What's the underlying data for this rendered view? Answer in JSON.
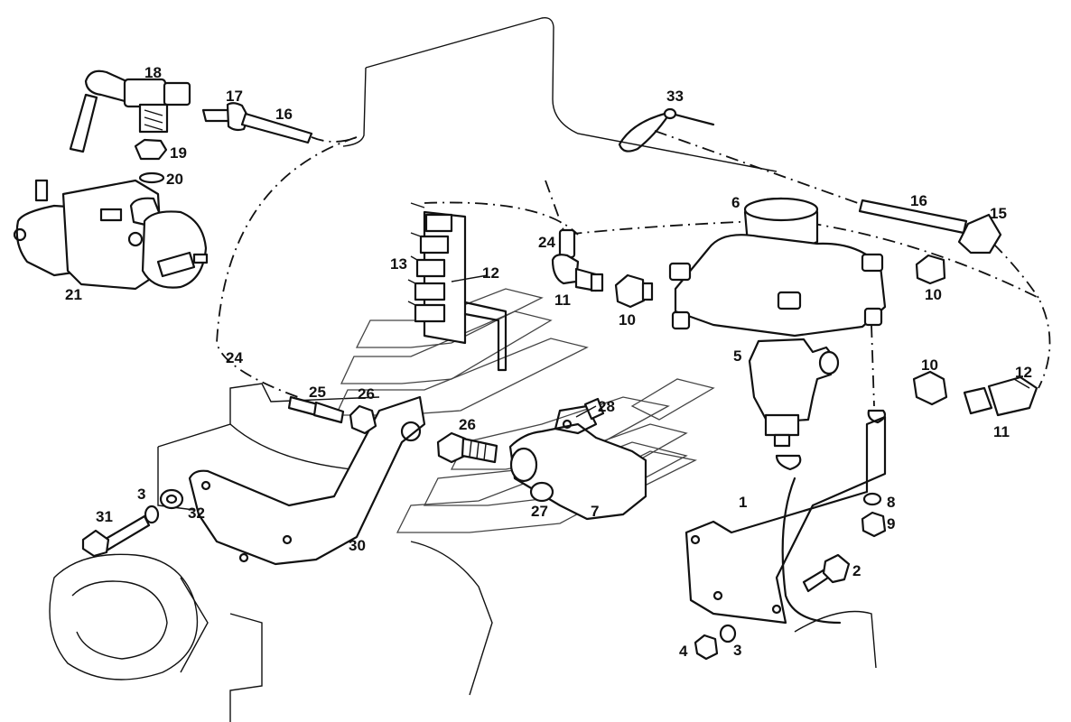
{
  "callouts": {
    "c1": "1",
    "c2": "2",
    "c3a": "3",
    "c3b": "3",
    "c4": "4",
    "c5": "5",
    "c6": "6",
    "c7": "7",
    "c8": "8",
    "c9": "9",
    "c10a": "10",
    "c10b": "10",
    "c10c": "10",
    "c11a": "11",
    "c11b": "11",
    "c12a": "12",
    "c12b": "12",
    "c13": "13",
    "c15": "15",
    "c16a": "16",
    "c16b": "16",
    "c17": "17",
    "c18": "18",
    "c19": "19",
    "c20": "20",
    "c21": "21",
    "c24a": "24",
    "c24b": "24",
    "c25": "25",
    "c26a": "26",
    "c26b": "26",
    "c27": "27",
    "c28": "28",
    "c30": "30",
    "c31": "31",
    "c32": "32",
    "c33": "33"
  }
}
